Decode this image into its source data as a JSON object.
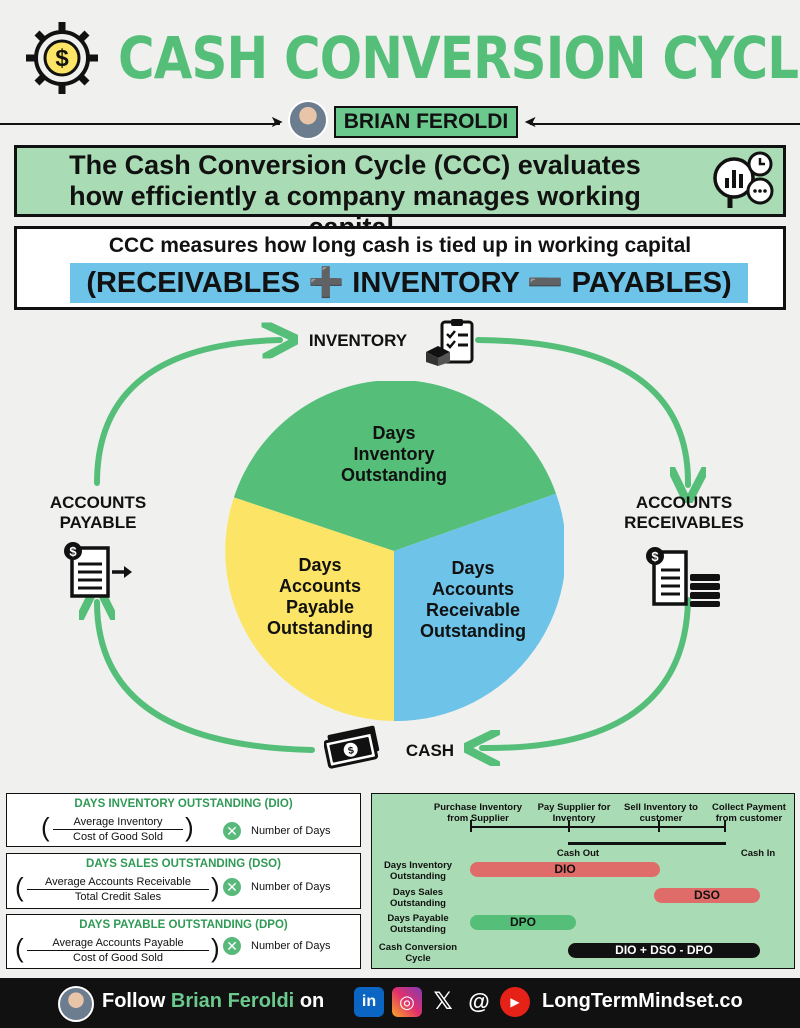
{
  "header": {
    "title": "CASH CONVERSION CYCLE",
    "author": "BRIAN FEROLDI"
  },
  "definition": {
    "line1": "The Cash Conversion Cycle (CCC) evaluates",
    "line2": "how efficiently a company manages working capital."
  },
  "measure": {
    "subtitle": "CCC measures how long cash is tied up in working capital",
    "formula": "(RECEIVABLES ➕ INVENTORY ➖ PAYABLES)"
  },
  "cycle": {
    "inventory": "INVENTORY",
    "receivables": [
      "ACCOUNTS",
      "RECEIVABLES"
    ],
    "cash": "CASH",
    "payable": [
      "ACCOUNTS",
      "PAYABLE"
    ]
  },
  "pie": {
    "dio": [
      "Days",
      "Inventory",
      "Outstanding"
    ],
    "dso": [
      "Days",
      "Accounts",
      "Receivable",
      "Outstanding"
    ],
    "dpo": [
      "Days",
      "Accounts",
      "Payable",
      "Outstanding"
    ],
    "colors": {
      "dio": "#55bf7a",
      "dso": "#6dc3e8",
      "dpo": "#fce566"
    }
  },
  "metrics": [
    {
      "title": "DAYS INVENTORY OUTSTANDING (DIO)",
      "numerator": "Average Inventory",
      "denominator": "Cost of Good Sold",
      "times": "Number of Days"
    },
    {
      "title": "DAYS SALES OUTSTANDING (DSO)",
      "numerator": "Average Accounts Receivable",
      "denominator": "Total Credit Sales",
      "times": "Number of Days"
    },
    {
      "title": "DAYS PAYABLE OUTSTANDING (DPO)",
      "numerator": "Average Accounts Payable",
      "denominator": "Cost of Good Sold",
      "times": "Number of Days"
    }
  ],
  "timeline": {
    "headers": [
      "Purchase Inventory from Supplier",
      "Pay Supplier for Inventory",
      "Sell Inventory to customer",
      "Collect Payment from customer"
    ],
    "cash_out": "Cash Out",
    "cash_in": "Cash In",
    "rows": [
      {
        "label": "Days Inventory Outstanding",
        "bar": "DIO"
      },
      {
        "label": "Days Sales Outstanding",
        "bar": "DSO"
      },
      {
        "label": "Days Payable Outstanding",
        "bar": "DPO"
      },
      {
        "label": "Cash Conversion Cycle",
        "bar": "DIO + DSO - DPO"
      }
    ]
  },
  "footer": {
    "follow": "Follow",
    "name": "Brian Feroldi",
    "on": "on",
    "site": "LongTermMindset.co"
  }
}
